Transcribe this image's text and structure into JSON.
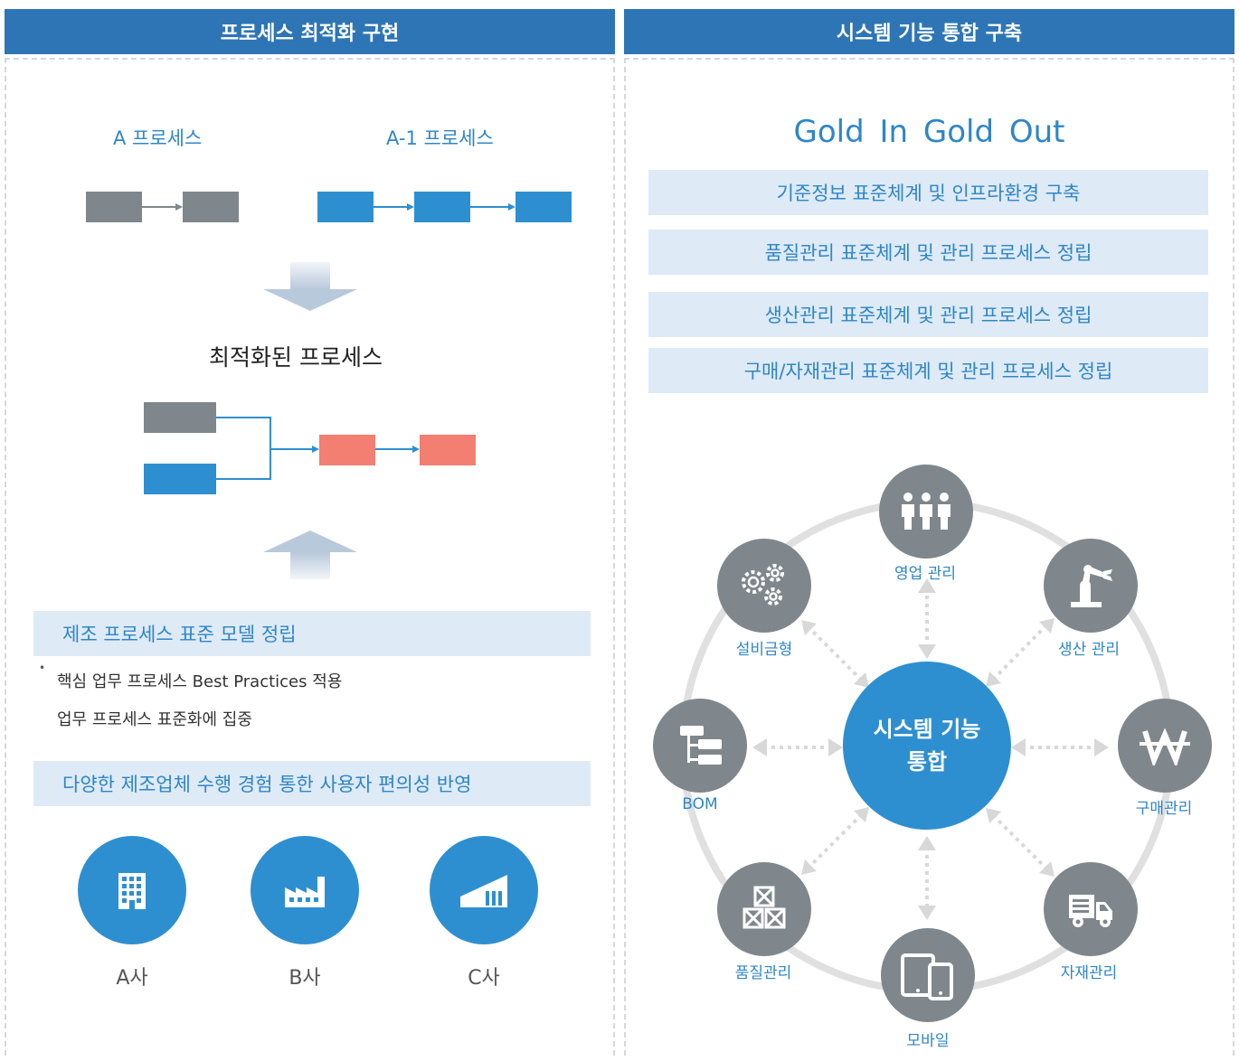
{
  "left": {
    "header": "프로세스 최적화 구현",
    "process_a_label": "A 프로세스",
    "process_a1_label": "A-1 프로세스",
    "optimized_label": "최적화된 프로세스",
    "band1": "제조 프로세스 표준 모델 정립",
    "bullet_mark": "•",
    "bullets": [
      "핵심 업무 프로세스 Best Practices 적용",
      "업무 프로세스 표준화에 집중"
    ],
    "band2": "다양한 제조업체 수행 경험 통한 사용자 편의성 반영",
    "companies": [
      {
        "label": "A사",
        "icon": "office-building-icon"
      },
      {
        "label": "B사",
        "icon": "factory-icon"
      },
      {
        "label": "C사",
        "icon": "warehouse-icon"
      }
    ]
  },
  "right": {
    "header": "시스템 기능 통합 구축",
    "tagline": "Gold In Gold Out",
    "bands": [
      "기준정보 표준체계 및 인프라환경 구축",
      "품질관리 표준체계 및 관리 프로세스 정립",
      "생산관리 표준체계 및 관리 프로세스 정립",
      "구매/자재관리 표준체계 및 관리 프로세스 정립"
    ],
    "center_line1": "시스템 기능",
    "center_line2": "통합",
    "nodes": [
      {
        "label": "영업 관리",
        "icon": "people-icon"
      },
      {
        "label": "생산 관리",
        "icon": "robot-arm-icon"
      },
      {
        "label": "구매관리",
        "icon": "won-icon"
      },
      {
        "label": "자재관리",
        "icon": "truck-icon"
      },
      {
        "label": "모바일",
        "icon": "mobile-devices-icon"
      },
      {
        "label": "품질관리",
        "icon": "boxes-icon"
      },
      {
        "label": "BOM",
        "icon": "tree-structure-icon"
      },
      {
        "label": "설비금형",
        "icon": "gears-icon"
      }
    ]
  },
  "colors": {
    "header": "#2e75b6",
    "accent_blue": "#2e8fd0",
    "gray_box": "#7f878c",
    "red_box": "#f37e72",
    "band_bg": "#deeaf6"
  }
}
